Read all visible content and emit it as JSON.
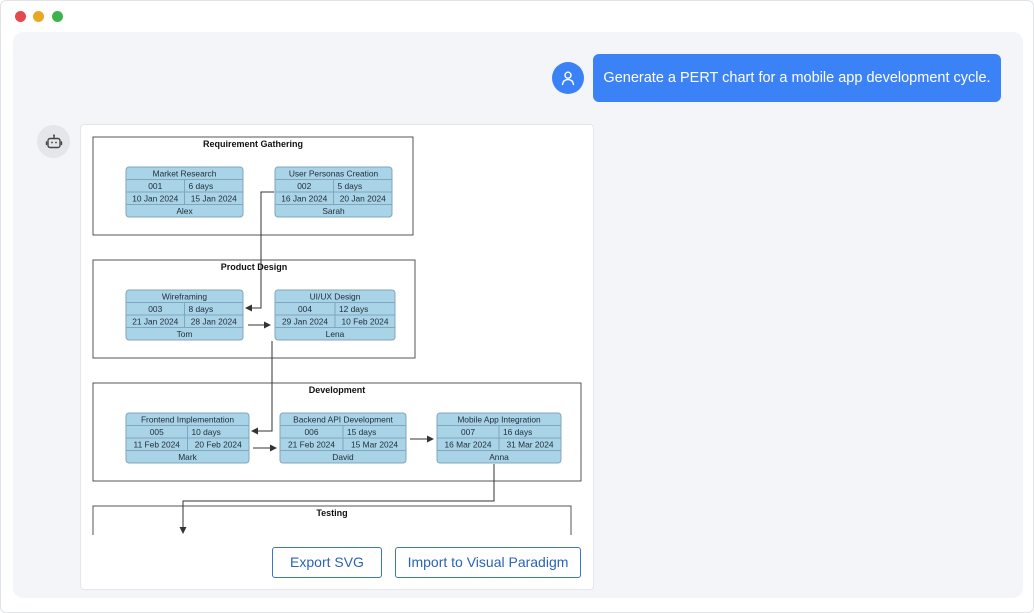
{
  "window": {
    "controls": [
      "close",
      "minimize",
      "maximize"
    ],
    "colors": {
      "close": "#e5484d",
      "minimize": "#e9a821",
      "maximize": "#3cb44b"
    }
  },
  "chat": {
    "user_message": "Generate a PERT chart for a mobile app development cycle.",
    "user_avatar_icon": "user-icon",
    "bot_avatar_icon": "robot-icon"
  },
  "diagram": {
    "groups": [
      {
        "id": "requirement-gathering",
        "label": "Requirement Gathering"
      },
      {
        "id": "product-design",
        "label": "Product Design"
      },
      {
        "id": "development",
        "label": "Development"
      },
      {
        "id": "testing",
        "label": "Testing"
      }
    ],
    "tasks": [
      {
        "id": "market-research",
        "name": "Market Research",
        "code": "001",
        "duration": "6 days",
        "start": "10 Jan 2024",
        "end": "15 Jan 2024",
        "owner": "Alex"
      },
      {
        "id": "user-personas-creation",
        "name": "User Personas Creation",
        "code": "002",
        "duration": "5 days",
        "start": "16 Jan 2024",
        "end": "20 Jan 2024",
        "owner": "Sarah"
      },
      {
        "id": "wireframing",
        "name": "Wireframing",
        "code": "003",
        "duration": "8 days",
        "start": "21 Jan 2024",
        "end": "28 Jan 2024",
        "owner": "Tom"
      },
      {
        "id": "ui-ux-design",
        "name": "UI/UX Design",
        "code": "004",
        "duration": "12 days",
        "start": "29 Jan 2024",
        "end": "10 Feb 2024",
        "owner": "Lena"
      },
      {
        "id": "frontend-implementation",
        "name": "Frontend Implementation",
        "code": "005",
        "duration": "10 days",
        "start": "11 Feb 2024",
        "end": "20 Feb 2024",
        "owner": "Mark"
      },
      {
        "id": "backend-api-development",
        "name": "Backend API Development",
        "code": "006",
        "duration": "15 days",
        "start": "21 Feb 2024",
        "end": "15 Mar 2024",
        "owner": "David"
      },
      {
        "id": "mobile-app-integration",
        "name": "Mobile App Integration",
        "code": "007",
        "duration": "16 days",
        "start": "16 Mar 2024",
        "end": "31 Mar 2024",
        "owner": "Anna"
      }
    ],
    "colors": {
      "task_fill": "#a9d3e6",
      "task_stroke": "#7fa6bd",
      "group_stroke": "#555555",
      "arrow": "#333333"
    }
  },
  "actions": {
    "export_label": "Export SVG",
    "import_label": "Import to Visual Paradigm"
  }
}
